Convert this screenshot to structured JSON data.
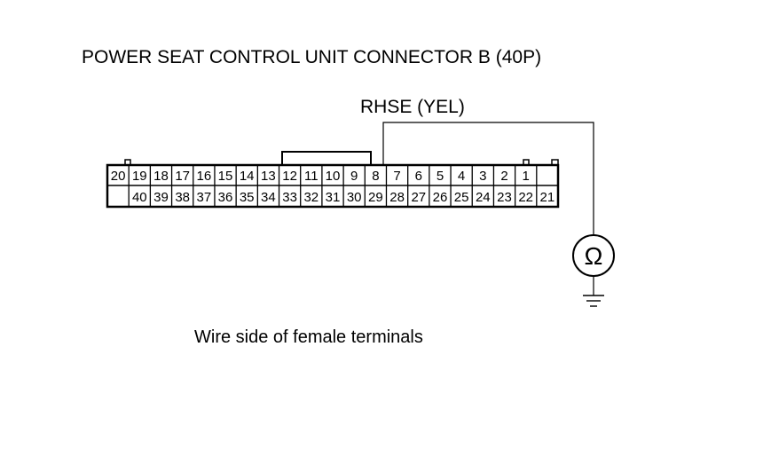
{
  "title": "POWER SEAT CONTROL UNIT CONNECTOR B (40P)",
  "wire_label": "RHSE (YEL)",
  "caption": "Wire side of female terminals",
  "meter_symbol": "Ω",
  "connector": {
    "top_row": [
      "20",
      "19",
      "18",
      "17",
      "16",
      "15",
      "14",
      "13",
      "12",
      "11",
      "10",
      "9",
      "8",
      "7",
      "6",
      "5",
      "4",
      "3",
      "2",
      "1",
      ""
    ],
    "bottom_row": [
      "",
      "40",
      "39",
      "38",
      "37",
      "36",
      "35",
      "34",
      "33",
      "32",
      "31",
      "30",
      "29",
      "28",
      "27",
      "26",
      "25",
      "24",
      "23",
      "22",
      "21"
    ],
    "probed_pin": "8"
  },
  "icons": {
    "meter": "ohmmeter-icon",
    "ground": "ground-icon"
  }
}
